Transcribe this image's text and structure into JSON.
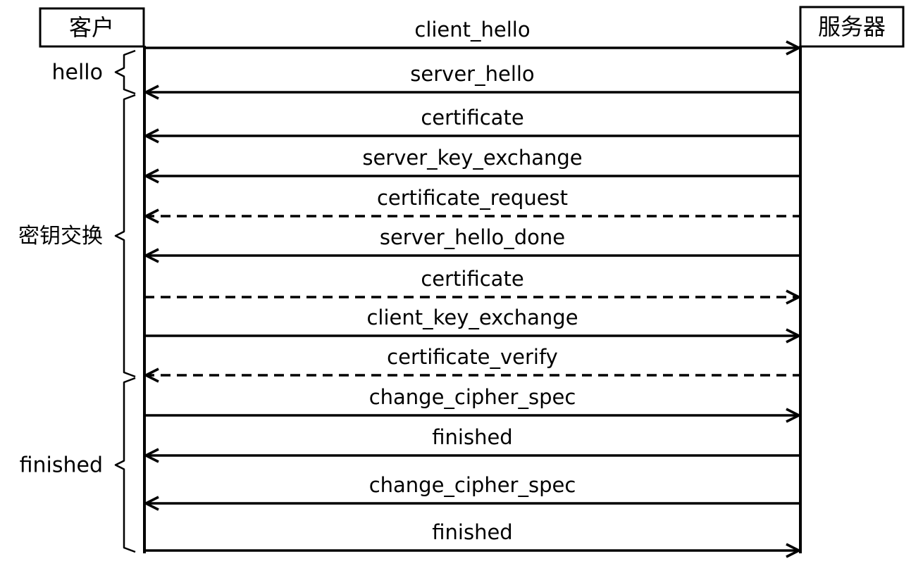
{
  "participants": {
    "client": "客户",
    "server": "服务器"
  },
  "phases": [
    {
      "label": "hello",
      "first": 0,
      "last": 1
    },
    {
      "label": "密钥交换",
      "first": 1,
      "last": 8
    },
    {
      "label": "finished",
      "first": 8,
      "last": 12
    }
  ],
  "messages": [
    {
      "label": "client_hello",
      "direction": "to-server",
      "optional": false
    },
    {
      "label": "server_hello",
      "direction": "to-client",
      "optional": false
    },
    {
      "label": "certificate",
      "direction": "to-client",
      "optional": false
    },
    {
      "label": "server_key_exchange",
      "direction": "to-client",
      "optional": false
    },
    {
      "label": "certificate_request",
      "direction": "to-client",
      "optional": true
    },
    {
      "label": "server_hello_done",
      "direction": "to-client",
      "optional": false
    },
    {
      "label": "certificate",
      "direction": "to-server",
      "optional": true
    },
    {
      "label": "client_key_exchange",
      "direction": "to-server",
      "optional": false
    },
    {
      "label": "certificate_verify",
      "direction": "to-client",
      "optional": true
    },
    {
      "label": "change_cipher_spec",
      "direction": "to-server",
      "optional": false
    },
    {
      "label": "finished",
      "direction": "to-client",
      "optional": false
    },
    {
      "label": "change_cipher_spec",
      "direction": "to-client",
      "optional": false
    },
    {
      "label": "finished",
      "direction": "to-server",
      "optional": false
    }
  ]
}
